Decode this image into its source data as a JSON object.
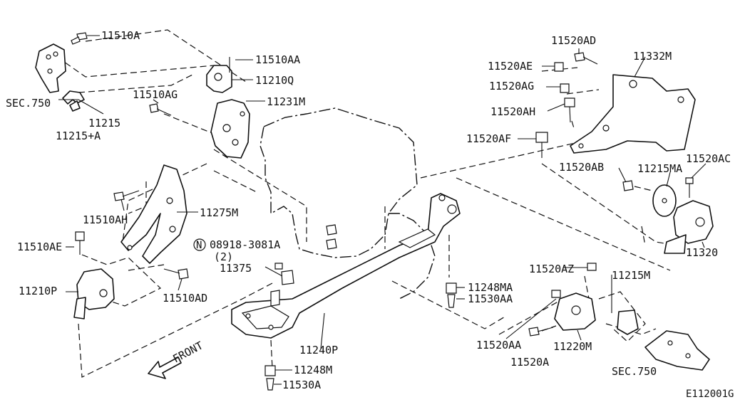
{
  "diagram": {
    "labels": {
      "p11510A": "11510A",
      "sec750_top": "SEC.750",
      "p11215": "11215",
      "p11215A": "11215+A",
      "p11510AA": "11510AA",
      "p11210Q": "11210Q",
      "p11510AG": "11510AG",
      "p11231M": "11231M",
      "p11520AD": "11520AD",
      "p11332M": "11332M",
      "p11520AE": "11520AE",
      "p11520AG": "11520AG",
      "p11520AH": "11520AH",
      "p11520AF": "11520AF",
      "p11520AB": "11520AB",
      "p11215MA": "11215MA",
      "p11520AC": "11520AC",
      "p11320": "11320",
      "p11510AH": "11510AH",
      "p11275M": "11275M",
      "p11510AE": "11510AE",
      "nut_symbol": "N",
      "p08918": "08918-3081A",
      "qty2": "(2)",
      "p11375": "11375",
      "p11210P": "11210P",
      "p11510AD": "11510AD",
      "p11248MA": "11248MA",
      "p11530AA": "11530AA",
      "p11520AZ": "11520AZ",
      "p11215M": "11215M",
      "p11240P": "11240P",
      "front": "FRONT",
      "p11520AA": "11520AA",
      "p11220M": "11220M",
      "p11520A": "11520A",
      "sec750_bottom": "SEC.750",
      "p11248M": "11248M",
      "p11530A": "11530A",
      "diagram_id": "E112001G"
    }
  }
}
